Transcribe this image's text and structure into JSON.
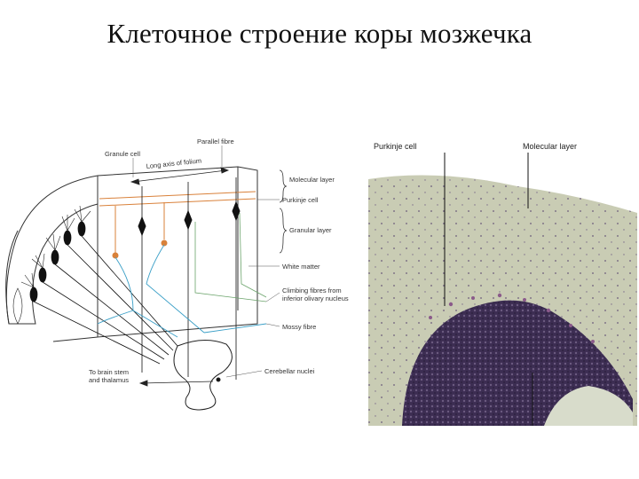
{
  "title": "Клеточное строение коры мозжечка",
  "diagram": {
    "labels": {
      "parallel_fibre": "Parallel fibre",
      "granule_cell": "Granule cell",
      "long_axis": "Long axis of folium",
      "molecular_layer": "Molecular layer",
      "purkinje_cell": "Purkinje cell",
      "granular_layer": "Granular layer",
      "white_matter": "White matter",
      "climbing_fibres_1": "Climbing fibres from",
      "climbing_fibres_2": "inferior olivary nucleus",
      "mossy_fibre": "Mossy fibre",
      "to_brain_stem_1": "To brain stem",
      "to_brain_stem_2": "and thalamus",
      "cerebellar_nuclei": "Cerebellar nuclei"
    }
  },
  "micrograph": {
    "labels": {
      "purkinje_cell": "Purkinje cell",
      "molecular_layer": "Molecular layer"
    },
    "colors": {
      "molecular": "#c9ccb4",
      "granular": "#4a3a5e",
      "white_matter": "#d8dccb"
    }
  }
}
